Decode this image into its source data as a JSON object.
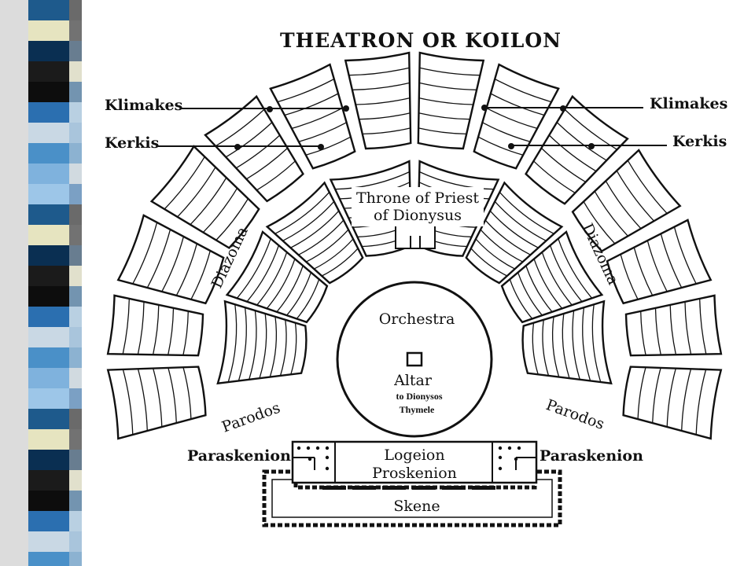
{
  "title": "THEATRON OR KOILON",
  "labels": {
    "klimakes_left": "Klimakes",
    "klimakes_right": "Klimakes",
    "kerkis_left": "Kerkis",
    "kerkis_right": "Kerkis",
    "diazoma_left": "Diazoma",
    "diazoma_right": "Diazoma",
    "throne_line1": "Throne of Priest",
    "throne_line2": "of Dionysus",
    "orchestra": "Orchestra",
    "altar": "Altar",
    "altar_sub1": "to Dionysos",
    "altar_sub2": "Thymele",
    "parodos_left": "Parodos",
    "parodos_right": "Parodos",
    "paraskenion_left": "Paraskenion",
    "paraskenion_right": "Paraskenion",
    "logeion": "Logeion",
    "proskenion": "Proskenion",
    "skene": "Skene"
  },
  "colors": {
    "ink": "#111111",
    "side_bar": [
      "#1e5a8c",
      "#4a90c8",
      "#0d0d0d",
      "#e6e4c0",
      "#7fb2dd",
      "#2b6fb0",
      "#0a2f52",
      "#9dc6e8",
      "#c9d8e4",
      "#1b1b1b"
    ]
  }
}
